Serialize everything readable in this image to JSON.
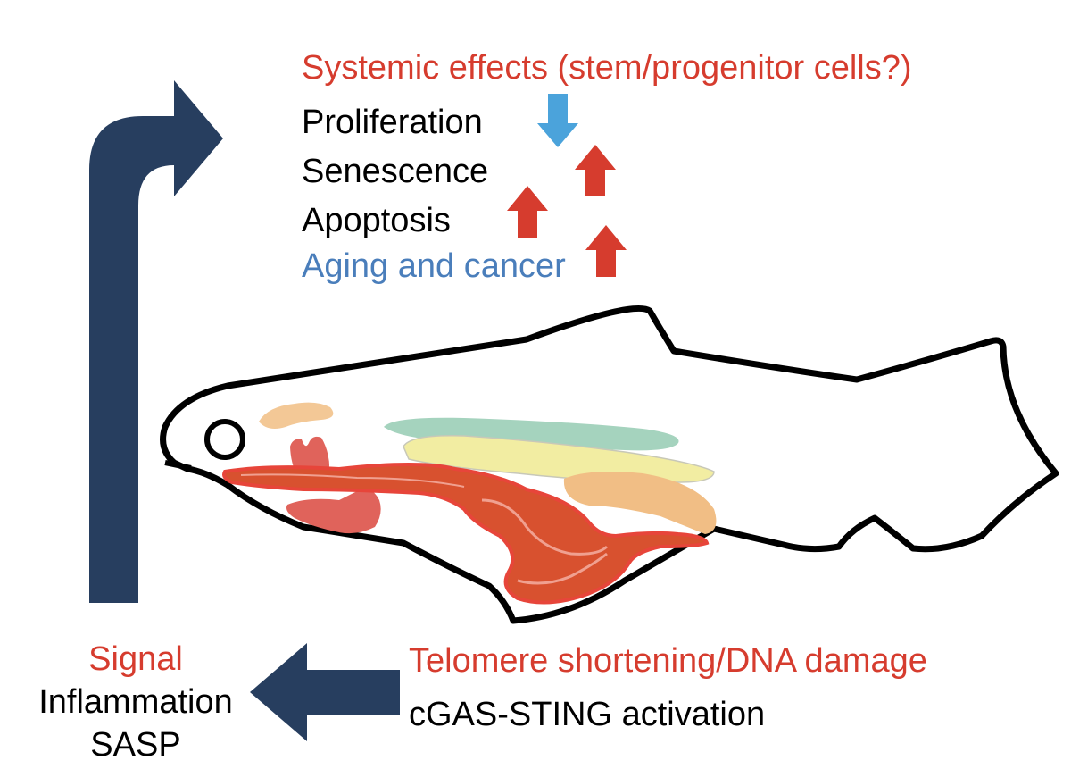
{
  "colors": {
    "red": "#D63C2E",
    "black": "#000000",
    "blue_text": "#4A7EBB",
    "navy_arrow": "#273E5F",
    "blue_arrow": "#4BA3DB",
    "red_arrow": "#D63C2E"
  },
  "top": {
    "title": "Systemic effects (stem/progenitor cells?)",
    "items": [
      {
        "label": "Proliferation",
        "change": "down"
      },
      {
        "label": "Senescence",
        "change": "up"
      },
      {
        "label": "Apoptosis",
        "change": "up"
      },
      {
        "label": "Aging and cancer",
        "change": "up"
      }
    ]
  },
  "bottom_left": {
    "title": "Signal",
    "lines": [
      "Inflammation",
      "SASP"
    ]
  },
  "bottom_right": {
    "title": "Telomere shortening/DNA damage",
    "line": "cGAS-STING activation"
  },
  "icons": [
    "fish-outline",
    "up-turn-arrow",
    "left-arrow",
    "down-arrow",
    "up-arrow"
  ]
}
